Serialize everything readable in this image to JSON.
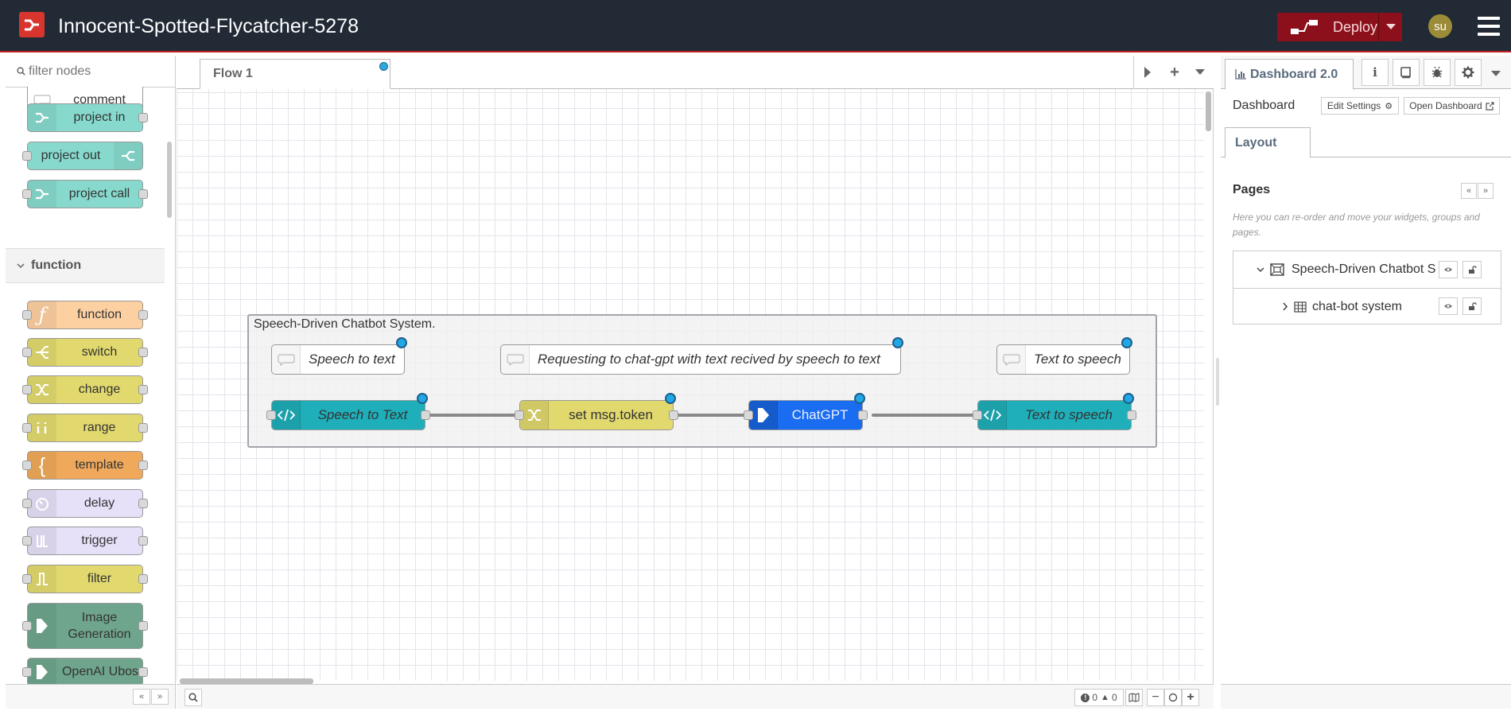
{
  "header": {
    "title": "Innocent-Spotted-Flycatcher-5278",
    "deploy_label": "Deploy",
    "avatar_initials": "su"
  },
  "palette": {
    "filter_placeholder": "filter nodes",
    "nodes_top": [
      "comment",
      "project in",
      "project out",
      "project call"
    ],
    "category": "function",
    "function_nodes": [
      "function",
      "switch",
      "change",
      "range",
      "template",
      "delay",
      "trigger",
      "filter",
      "Image Generation",
      "OpenAI Ubos"
    ]
  },
  "workspace": {
    "tab_label": "Flow 1",
    "group_label": "Speech-Driven Chatbot System.",
    "comments": [
      "Speech to text",
      "Requesting to chat-gpt with text recived by speech to text",
      "Text to speech"
    ],
    "nodes": [
      "Speech to Text",
      "set msg.token",
      "ChatGPT",
      "Text to speech"
    ],
    "footer_counts": {
      "errors": "0",
      "warnings": "0"
    },
    "colors": {
      "template": "#1fafba",
      "change": "#e2d96e",
      "chatgpt": "#1a6cf0",
      "comment": "#ffffff"
    }
  },
  "sidebar": {
    "tab_label": "Dashboard 2.0",
    "head_title": "Dashboard",
    "edit_settings": "Edit Settings",
    "open_dashboard": "Open Dashboard",
    "layout_tab": "Layout",
    "pages_title": "Pages",
    "pages_help": "Here you can re-order and move your widgets, groups and pages.",
    "tree": {
      "page": "Speech-Driven Chatbot S",
      "group": "chat-bot system"
    }
  }
}
